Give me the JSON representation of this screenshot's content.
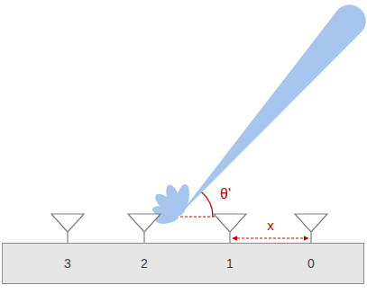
{
  "diagram": {
    "nodes": [
      {
        "text": [
          "3",
          "2",
          "1",
          "0"
        ]
      }
    ],
    "labels": [
      "θ'",
      "x"
    ]
  }
}
